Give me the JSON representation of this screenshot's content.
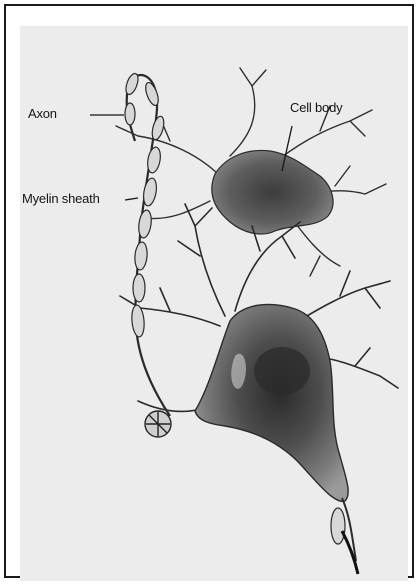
{
  "labels": {
    "axon": "Axon",
    "myelin_sheath": "Myelin sheath",
    "cell_body": "Cell body"
  },
  "colors": {
    "background": "#ececec",
    "frame": "#1a1a1a",
    "cell_dark": "#3a3a3a",
    "cell_mid": "#6e6e6e",
    "line": "#222222"
  }
}
